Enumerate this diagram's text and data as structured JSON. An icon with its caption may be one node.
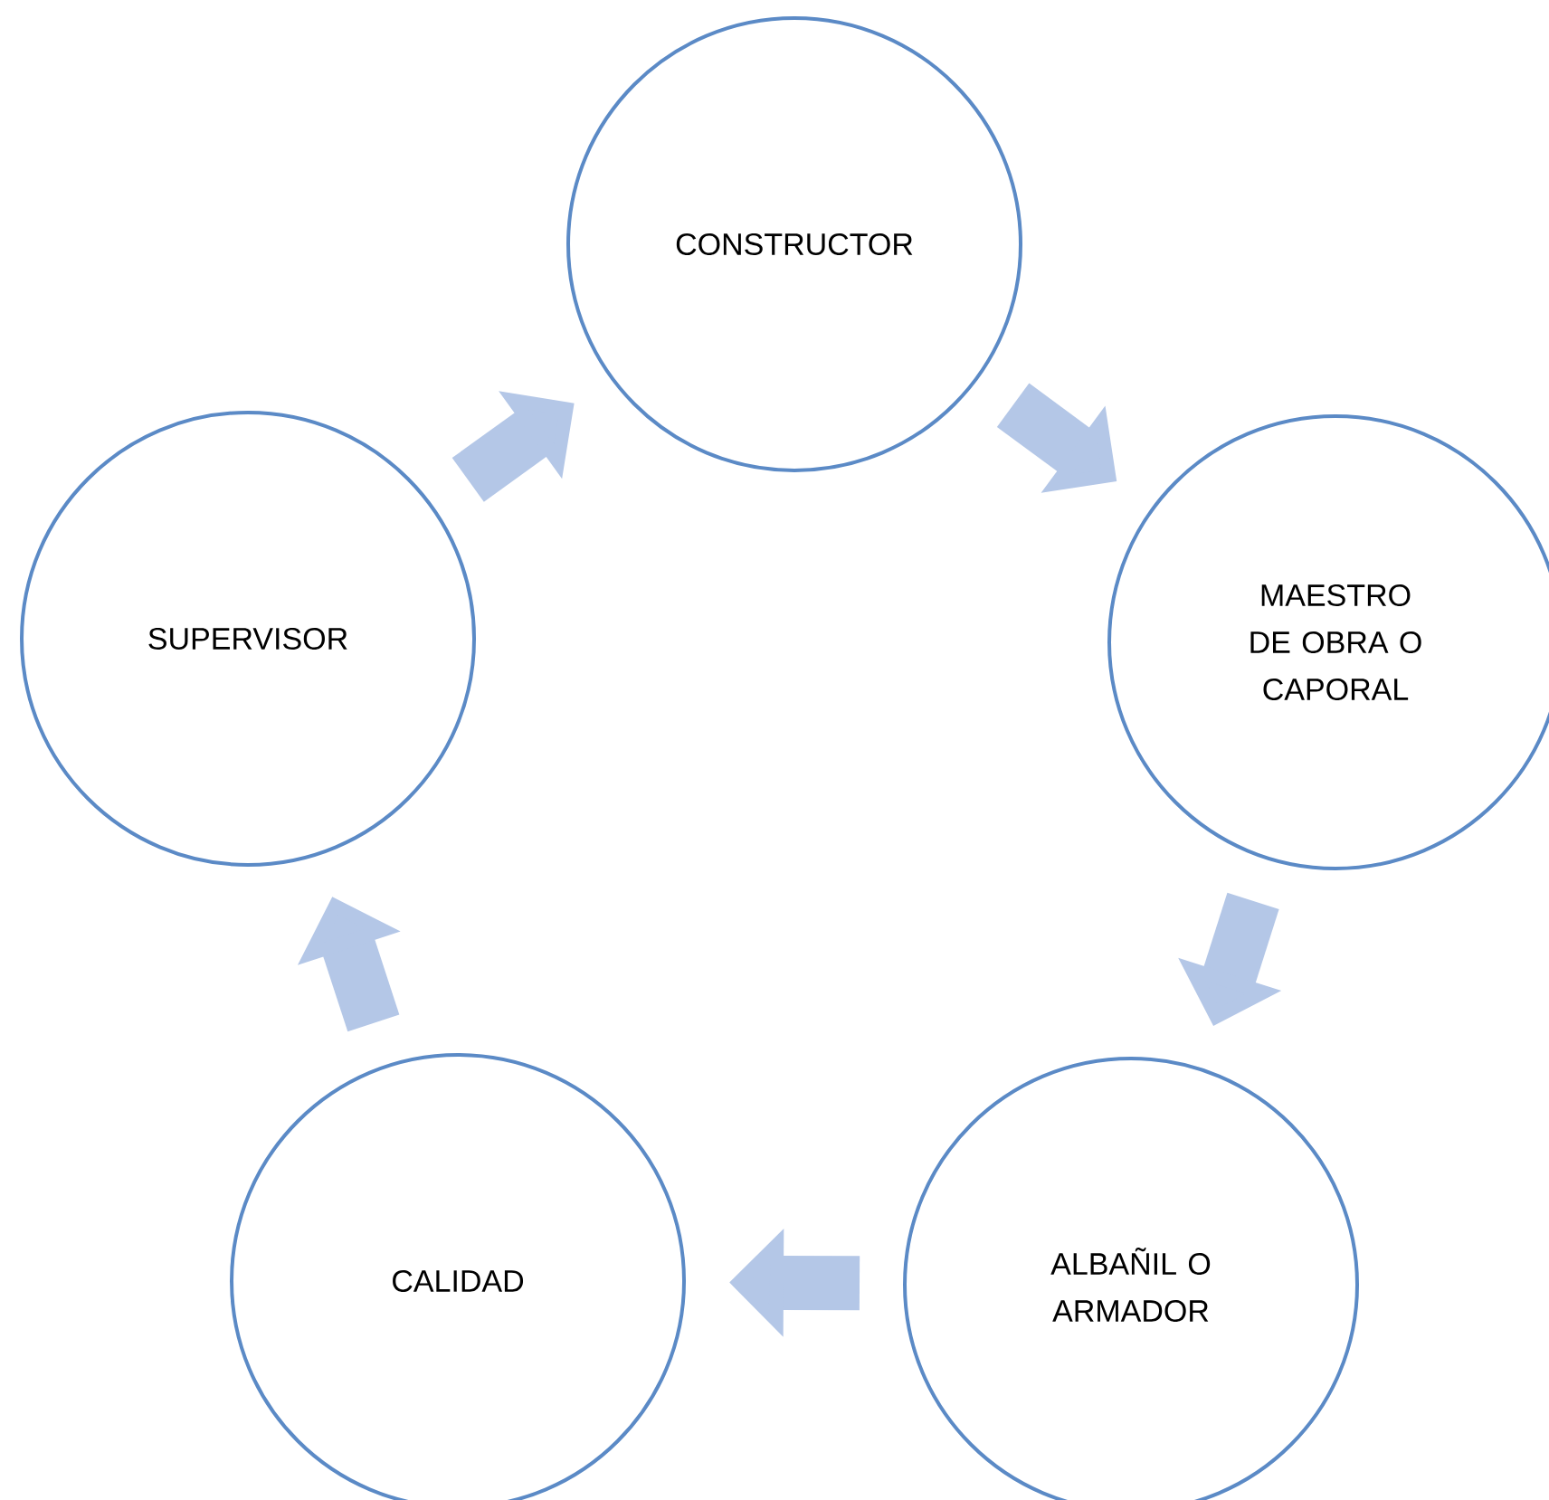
{
  "diagram": {
    "nodes": [
      {
        "text": [
          "CONSTRUCTOR"
        ]
      },
      {
        "text": [
          "MAESTRO DE OBRA O CAPORAL"
        ]
      },
      {
        "text": [
          "ALBAÑIL O ARMADOR"
        ]
      },
      {
        "text": [
          "CALIDAD"
        ]
      },
      {
        "text": [
          "SUPERVISOR"
        ]
      }
    ],
    "edges": [
      {
        "from": 0,
        "to": 1,
        "arrow": "to"
      },
      {
        "from": 1,
        "to": 2,
        "arrow": "to"
      },
      {
        "from": 2,
        "to": 3,
        "arrow": "to"
      },
      {
        "from": 3,
        "to": 4,
        "arrow": "to"
      },
      {
        "from": 4,
        "to": 0,
        "arrow": "to"
      }
    ]
  }
}
